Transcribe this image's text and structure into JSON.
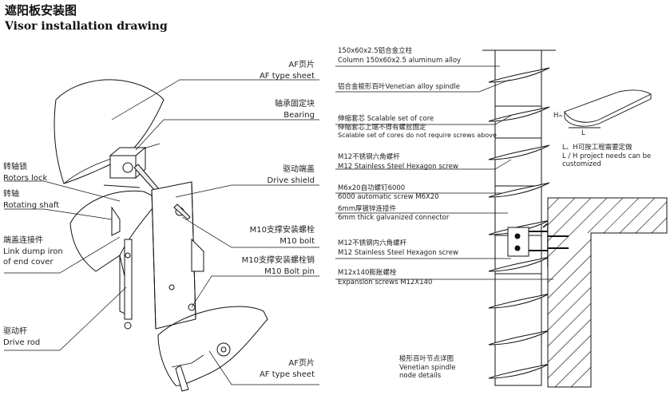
{
  "title": {
    "cn": "遮阳板安装图",
    "en": "Visor installation drawing"
  },
  "left_labels": [
    {
      "cn": "AF页片",
      "en": "AF type sheet"
    },
    {
      "cn": "轴承固定块",
      "en": "Bearing"
    },
    {
      "cn": "转轴锁",
      "en": "Rotors lock"
    },
    {
      "cn": "驱动端盖",
      "en": "Drive shield"
    },
    {
      "cn": "转轴",
      "en": "Rotating shaft"
    },
    {
      "cn": "M10支撑安装螺栓",
      "en": "M10 bolt"
    },
    {
      "cn": "端盖连接件",
      "en": "Link dump iron",
      "en2": "of end cover"
    },
    {
      "cn": "M10支撑安装螺栓销",
      "en": "M10 Bolt pin"
    },
    {
      "cn": "驱动杆",
      "en": "Drive rod"
    },
    {
      "cn": "AF页片",
      "en": "AF type sheet"
    }
  ],
  "right_labels": [
    {
      "cn": "150x60x2.5铝合金立柱",
      "en": "Column 150x60x2.5 aluminum alloy"
    },
    {
      "cn": "铝合金梭形百叶Venetian alloy spindle",
      "en": ""
    },
    {
      "cn": "伸缩套芯 Scalable set of core",
      "en": "伸缩套芯上端不得有螺丝固定",
      "en2": "Scalable set of cores do not require screws above"
    },
    {
      "cn": "M12不锈钢六角螺杆",
      "en": "M12 Stainless Steel Hexagon screw"
    },
    {
      "cn": "M6x20自功螺钉6000",
      "en": "6000 automatic screw M6X20"
    },
    {
      "cn": "6mm厚镀锌连接件",
      "en": "6mm thick galvanized connector"
    },
    {
      "cn": "M12不锈钢内六角螺杆",
      "en": "M12 Stainless Steel Hexagon screw"
    },
    {
      "cn": "M12x140膨胀螺栓",
      "en": "Expansion screws M12X140"
    }
  ],
  "detail_caption": {
    "cn": "梭形百叶节点详图",
    "en": "Venetian spindle",
    "en2": "node details"
  },
  "blade_inset": {
    "h": "H",
    "l": "L",
    "note_cn": "L、H可按工程需要定做",
    "note_en": "L / H project needs can be",
    "note_en2": "customized"
  }
}
